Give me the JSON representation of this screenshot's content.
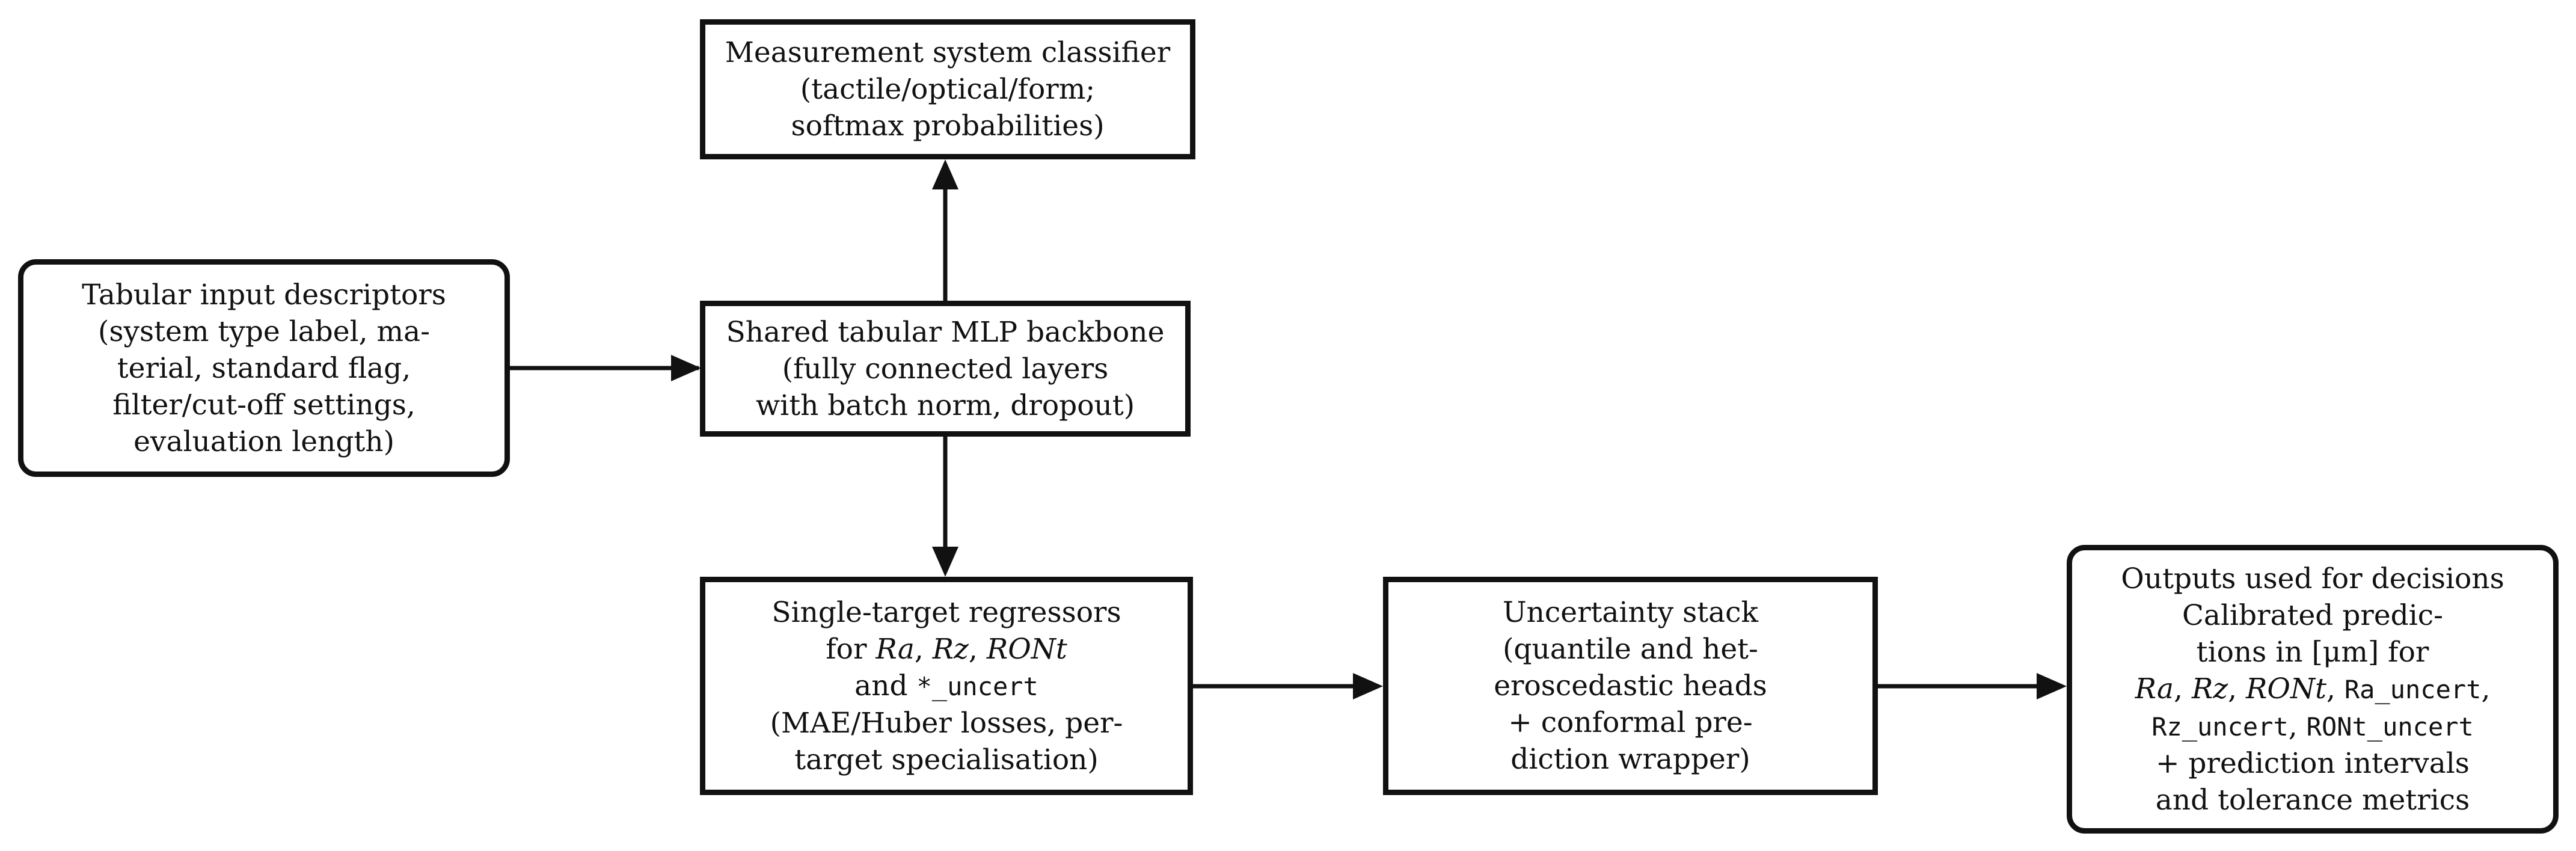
{
  "nodes": {
    "classifier": {
      "lines": [
        "Measurement system classifier",
        "(tactile/optical/form;",
        "softmax probabilities)"
      ]
    },
    "input": {
      "lines": [
        "Tabular input descriptors",
        "(system type label, ma-",
        "terial, standard flag,",
        "filter/cut-off settings,",
        "evaluation length)"
      ]
    },
    "backbone": {
      "lines": [
        "Shared tabular MLP backbone",
        "(fully connected layers",
        "with batch norm, dropout)"
      ]
    },
    "regressors": {
      "line1": "Single-target regressors",
      "line2_prefix": "for",
      "targets": [
        "Ra",
        "Rz",
        "RONt"
      ],
      "line3_prefix": "and",
      "uncert_code": "*_uncert",
      "line4": "(MAE/Huber losses, per-",
      "line5": "target specialisation)"
    },
    "uncertainty": {
      "lines": [
        "Uncertainty stack",
        "(quantile and het-",
        "eroscedastic heads",
        "+ conformal pre-",
        "diction wrapper)"
      ]
    },
    "outputs": {
      "line1": "Outputs used for decisions",
      "line2": "Calibrated predic-",
      "line3": "tions in [μm] for",
      "targets": [
        "Ra",
        "Rz",
        "RONt"
      ],
      "uncert_fields": [
        "Ra_uncert",
        "Rz_uncert",
        "RONt_uncert"
      ],
      "line6": "+ prediction intervals",
      "line7": "and tolerance metrics"
    }
  },
  "edges": [
    {
      "from": "input",
      "to": "backbone"
    },
    {
      "from": "backbone",
      "to": "classifier"
    },
    {
      "from": "backbone",
      "to": "regressors"
    },
    {
      "from": "regressors",
      "to": "uncertainty"
    },
    {
      "from": "uncertainty",
      "to": "outputs"
    }
  ],
  "colors": {
    "stroke": "#111111",
    "background": "#ffffff"
  }
}
